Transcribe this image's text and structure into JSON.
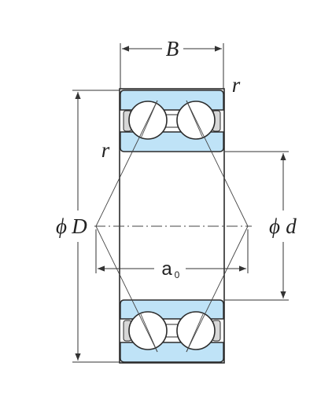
{
  "labels": {
    "width_symbol": "B",
    "chamfer_top": "r",
    "chamfer_left": "r",
    "outer_diameter_symbol": "ϕ",
    "outer_diameter_letter": "D",
    "bore_diameter_symbol": "ϕ",
    "bore_diameter_letter": "d",
    "load_center_letter": "a",
    "load_center_subscript": "0"
  },
  "colors": {
    "ring_fill": "#bfe3f7",
    "outline": "#2b2b2b",
    "ball_fill": "#ffffff",
    "dimension_line": "#333333"
  }
}
